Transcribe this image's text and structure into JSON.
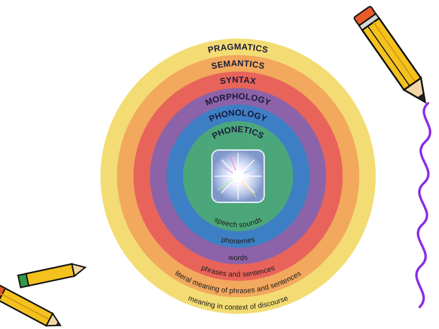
{
  "rings": [
    {
      "id": "pragmatics",
      "title": "PRAGMATICS",
      "desc": "meaning in context of discourse",
      "color": "#F3DC73"
    },
    {
      "id": "semantics",
      "title": "SEMANTICS",
      "desc": "literal meaning of phrases and sentences",
      "color": "#F2A85D"
    },
    {
      "id": "syntax",
      "title": "SYNTAX",
      "desc": "phrases and sentences",
      "color": "#E8645A"
    },
    {
      "id": "morphology",
      "title": "MORPHOLOGY",
      "desc": "words",
      "color": "#8C63A8"
    },
    {
      "id": "phonology",
      "title": "PHONOLOGY",
      "desc": "phonemes",
      "color": "#3D7FC4"
    },
    {
      "id": "phonetics",
      "title": "PHONETICS",
      "desc": "speech sounds",
      "color": "#4BA77A"
    }
  ],
  "colors": {
    "background": "#ffffff",
    "wavy_line": "#8A2BE2",
    "pencil_body": "#F4C21E",
    "pencil_outline": "#111111",
    "pencil_tip": "#E85A2A"
  },
  "icons": [
    "pencil-icon",
    "crossed-pencils-icon",
    "starburst-icon",
    "wavy-line"
  ]
}
